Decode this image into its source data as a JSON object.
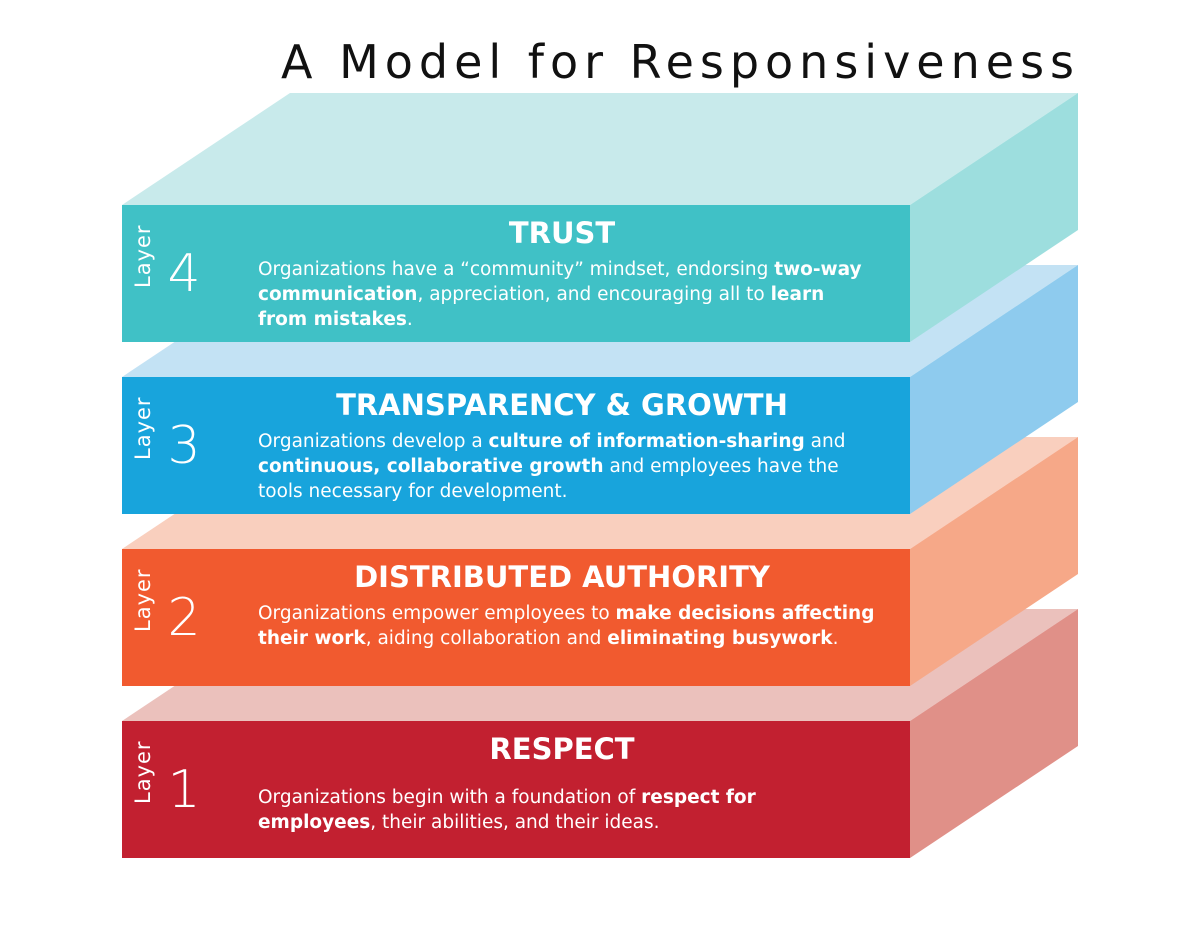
{
  "title": "A Model for Responsiveness",
  "layer_word": "Layer",
  "layers": [
    {
      "number": "4",
      "heading": "TRUST",
      "colors": {
        "front": "#40c1c6",
        "top": "#c8eaeb",
        "side": "#9ddede"
      },
      "description": [
        {
          "text": "Organizations have a “community” mindset, endorsing ",
          "bold": false
        },
        {
          "text": "two-way communication",
          "bold": true
        },
        {
          "text": ", appreciation, and encouraging all to ",
          "bold": false
        },
        {
          "text": "learn from mistakes",
          "bold": true
        },
        {
          "text": ".",
          "bold": false
        }
      ]
    },
    {
      "number": "3",
      "heading": "TRANSPARENCY & GROWTH",
      "colors": {
        "front": "#18a4dc",
        "top": "#c3e2f4",
        "side": "#8ecbee"
      },
      "description": [
        {
          "text": "Organizations develop a ",
          "bold": false
        },
        {
          "text": "culture of information-sharing",
          "bold": true
        },
        {
          "text": " and ",
          "bold": false
        },
        {
          "text": "continuous, collaborative growth",
          "bold": true
        },
        {
          "text": " and employees have the tools necessary for development.",
          "bold": false
        }
      ]
    },
    {
      "number": "2",
      "heading": "DISTRIBUTED AUTHORITY",
      "colors": {
        "front": "#f15a2f",
        "top": "#f9cfbe",
        "side": "#f6a888"
      },
      "description": [
        {
          "text": "Organizations empower employees to ",
          "bold": false
        },
        {
          "text": "make decisions affecting their work",
          "bold": true
        },
        {
          "text": ", aiding collaboration and ",
          "bold": false
        },
        {
          "text": "eliminating busywork",
          "bold": true
        },
        {
          "text": ".",
          "bold": false
        }
      ]
    },
    {
      "number": "1",
      "heading": "RESPECT",
      "colors": {
        "front": "#c22030",
        "top": "#ebc1bc",
        "side": "#e09088"
      },
      "description": [
        {
          "text": "Organizations begin with a foundation of ",
          "bold": false
        },
        {
          "text": "respect for employees",
          "bold": true
        },
        {
          "text": ", their abilities, and their ideas.",
          "bold": false
        }
      ]
    }
  ]
}
